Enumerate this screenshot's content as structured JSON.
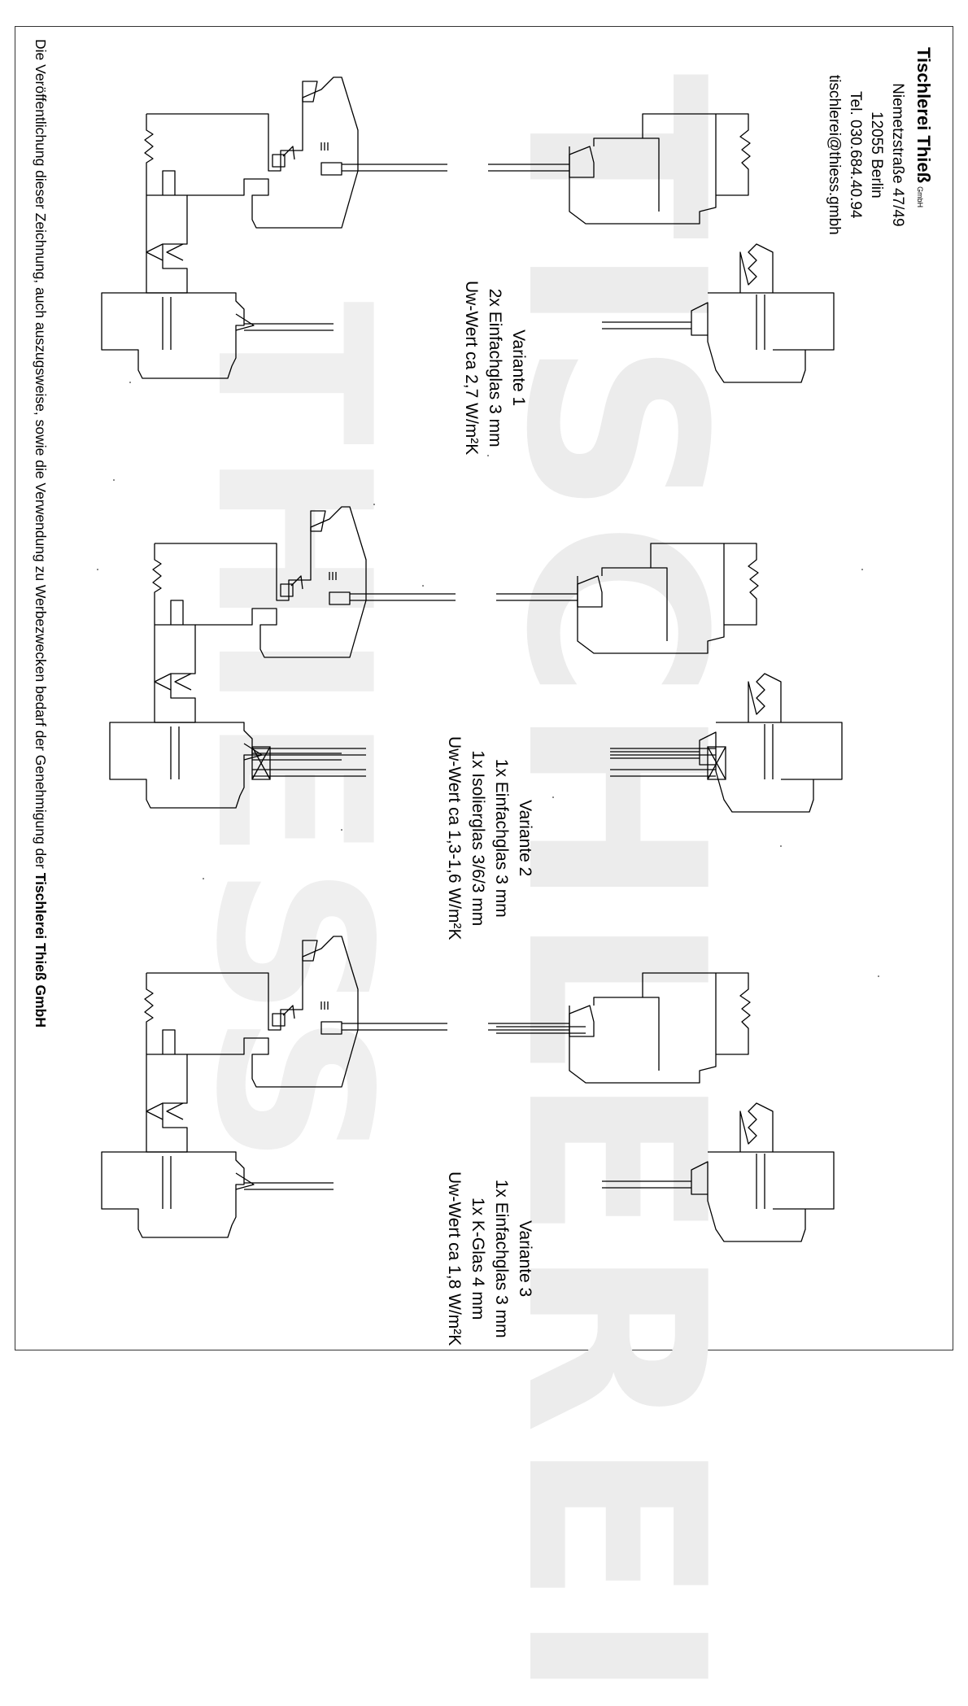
{
  "watermark": {
    "big": "TISCHLEREI",
    "small": "THIESS",
    "color": "#ececec"
  },
  "company": {
    "name": "Tischlerei Thieß",
    "suffix": "GmbH",
    "street": "Niemetzstraße 47/49",
    "city": "12055 Berlin",
    "phone": "Tel. 030.684.40.94",
    "email": "tischlerei@thiess.gmbh"
  },
  "variants": [
    {
      "lines": [
        "Variante 1",
        "2x Einfachglas 3 mm",
        "Uw-Wert ca 2,7 W/m²K"
      ]
    },
    {
      "lines": [
        "Variante 2",
        "1x Einfachglas 3 mm",
        "1x Isolierglas 3/6/3 mm",
        "Uw-Wert ca 1,3-1,6 W/m²K"
      ]
    },
    {
      "lines": [
        "Variante 3",
        "1x Einfachglas 3 mm",
        "1x K-Glas 4 mm",
        "Uw-Wert ca 1,8 W/m²K"
      ]
    }
  ],
  "footer": {
    "text": "Die Veröffentlichung dieser Zeichnung, auch auszugsweise, sowie die Verwendung zu Werbezwecken bedarf der Genehmigung der ",
    "bold": "Tischlerei Thieß GmbH"
  }
}
